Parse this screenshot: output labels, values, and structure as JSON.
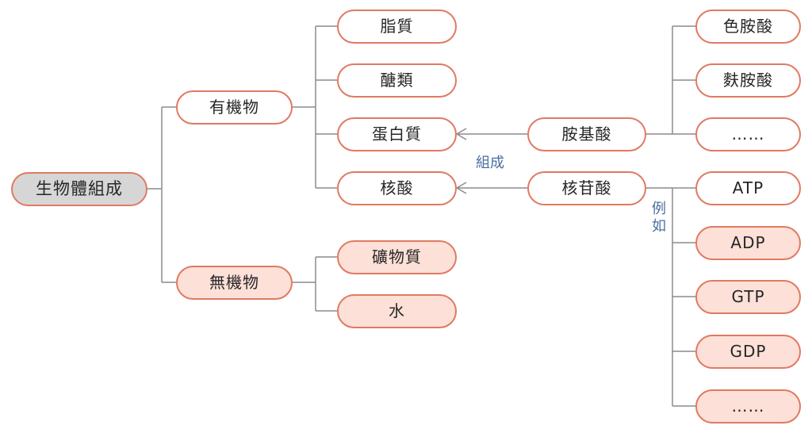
{
  "root": {
    "label": "生物體組成"
  },
  "organic": {
    "label": "有機物",
    "children": {
      "lipid": "脂質",
      "carbohydrate": "醣類",
      "protein": "蛋白質",
      "nucleic_acid": "核酸"
    }
  },
  "inorganic": {
    "label": "無機物",
    "children": {
      "minerals": "礦物質",
      "water": "水"
    }
  },
  "amino_acid": {
    "label": "胺基酸",
    "examples": [
      "色胺酸",
      "麩胺酸",
      "……"
    ]
  },
  "nucleotide": {
    "label": "核苷酸",
    "examples": [
      "ATP",
      "ADP",
      "GTP",
      "GDP",
      "……"
    ]
  },
  "annotations": {
    "composes": "組成",
    "for_example": "例如"
  },
  "colors": {
    "node_border": "#e07a62",
    "node_fill_pink": "#fde0d8",
    "root_fill": "#d6d6d6",
    "connector": "#8c8c8c",
    "annotation_text": "#4a6fa0"
  }
}
